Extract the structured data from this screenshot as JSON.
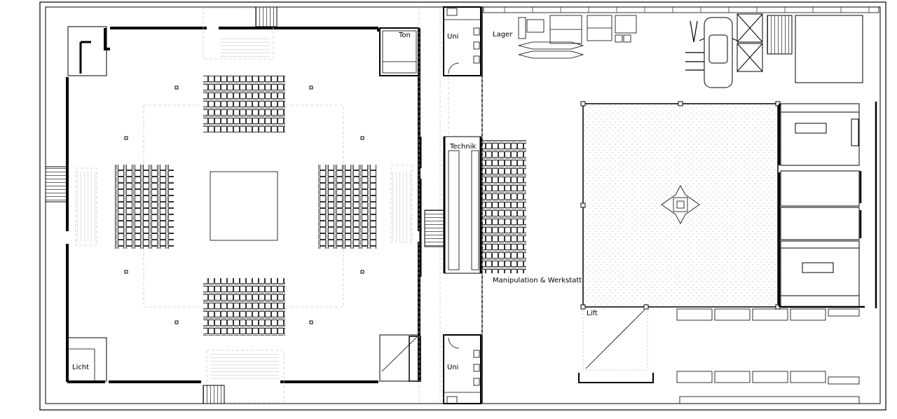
{
  "labels": {
    "ton": "Ton",
    "uni_top": "Uni",
    "lager": "Lager",
    "technik": "Technik",
    "manipulation": "Manipulation & Werkstatt",
    "lift": "Lift",
    "licht": "Licht",
    "uni_bottom": "Uni"
  },
  "colors": {
    "line": "#000000",
    "dashed": "#bbbbbb",
    "wall": "#000000",
    "hatch": "#cccccc"
  }
}
